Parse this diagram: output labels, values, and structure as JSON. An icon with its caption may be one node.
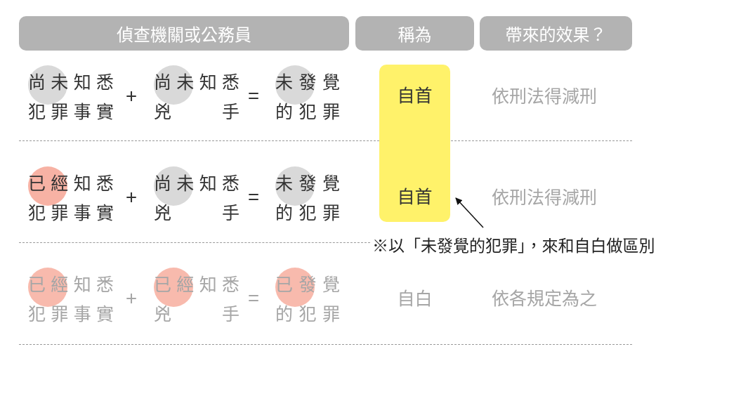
{
  "diagram": {
    "nodes": [
      {
        "text": [
          "偵查機關或公務員"
        ]
      },
      {
        "text": [
          "稱為"
        ]
      },
      {
        "text": [
          "帶來的效果？"
        ]
      },
      {
        "text": [
          "自首",
          "自首"
        ]
      },
      {
        "text": [
          "※以「未發覺的犯罪」，來和自白做區別"
        ]
      }
    ],
    "edges": [
      {
        "from": 4,
        "to": 3,
        "arrow": "to"
      }
    ],
    "labels": [
      "尚未知悉犯罪事實",
      "+",
      "尚未知悉兇手",
      "=",
      "未發覺的犯罪",
      "依刑法得減刑",
      "已經知悉犯罪事實",
      "+",
      "尚未知悉兇手",
      "=",
      "未發覺的犯罪",
      "依刑法得減刑",
      "已經知悉犯罪事實",
      "+",
      "已經知悉兇手",
      "=",
      "已發覺的犯罪",
      "自白",
      "依各規定為之"
    ]
  }
}
